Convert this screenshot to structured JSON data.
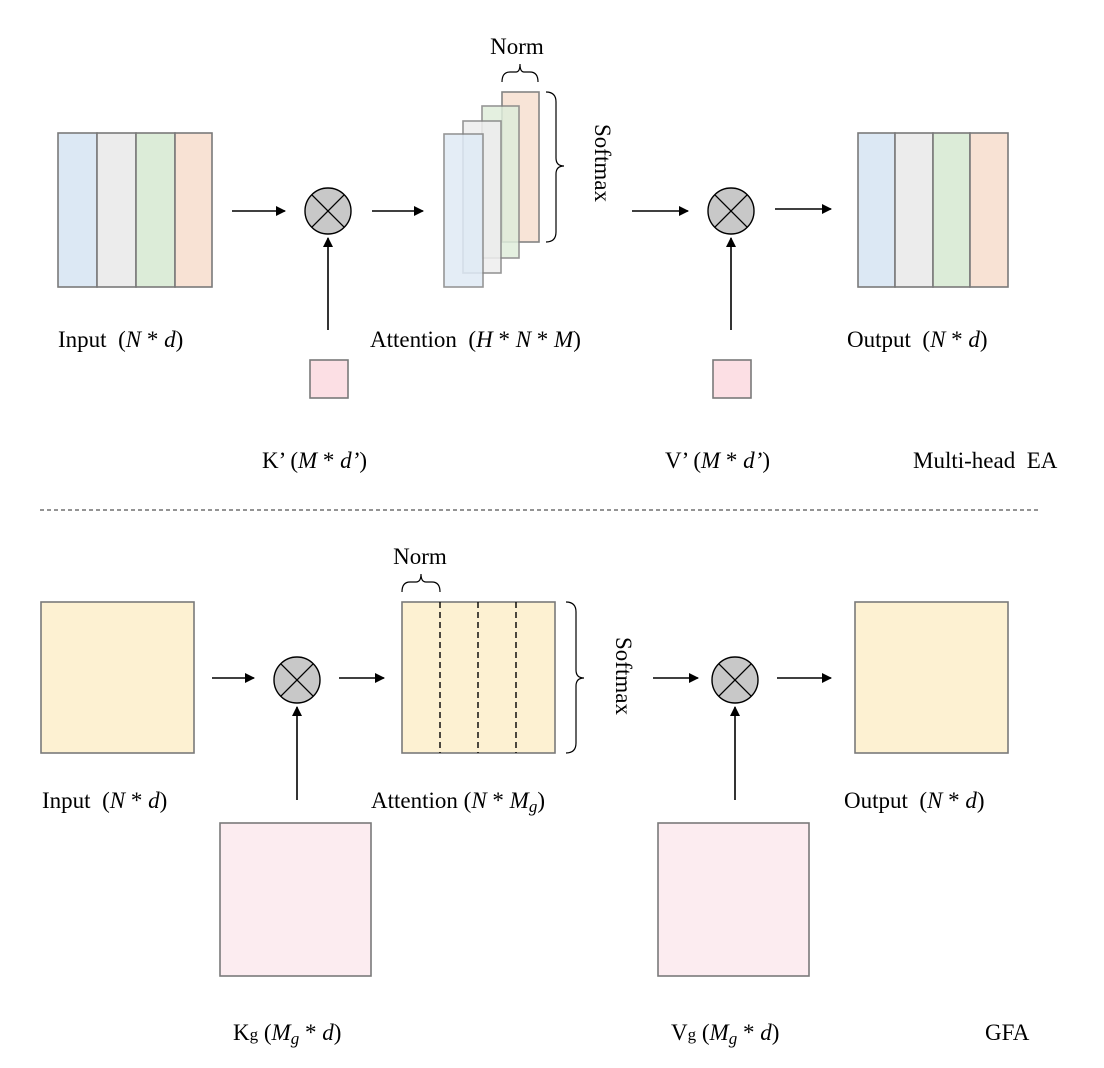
{
  "colors": {
    "blue": "#dce8f4",
    "gray": "#ececec",
    "green": "#dcecd8",
    "peach": "#f8e2d4",
    "pink_small": "#fcdfe4",
    "yellow": "#fdf1d2",
    "pink_large": "#fcecf0",
    "multiply_fill": "#c8c8c8"
  },
  "top": {
    "input_label": "Input",
    "input_dims": {
      "open": "(",
      "a": "N",
      "op": " * ",
      "b": "d",
      "close": ")"
    },
    "attention_label": "Attention",
    "attention_dims": {
      "open": "(",
      "a": "H",
      "op1": " * ",
      "b": "N",
      "op2": " * ",
      "c": "M",
      "close": ")"
    },
    "output_label": "Output",
    "output_dims": {
      "open": "(",
      "a": "N",
      "op": " * ",
      "b": "d",
      "close": ")"
    },
    "k_label": "K’",
    "k_dims": {
      "open": "(",
      "a": "M",
      "op": " * ",
      "b": "d’",
      "close": ")"
    },
    "v_label": "V’",
    "v_dims": {
      "open": "(",
      "a": "M",
      "op": " * ",
      "b": "d’",
      "close": ")"
    },
    "norm": "Norm",
    "softmax": "Softmax",
    "title": "Multi-head  EA"
  },
  "bottom": {
    "input_label": "Input",
    "input_dims": {
      "open": "(",
      "a": "N",
      "op": " * ",
      "b": "d",
      "close": ")"
    },
    "attention_label": "Attention",
    "attention_dims": {
      "open": "(",
      "a": "N",
      "op": " * ",
      "b": "M",
      "sub": "g",
      "close": ")"
    },
    "output_label": "Output",
    "output_dims": {
      "open": "(",
      "a": "N",
      "op": " * ",
      "b": "d",
      "close": ")"
    },
    "k_label": "K",
    "k_sub": "g",
    "k_dims": {
      "open": "(",
      "a": "M",
      "sub": "g",
      "op": " * ",
      "b": "d",
      "close": ")"
    },
    "v_label": "V",
    "v_sub": "g",
    "v_dims": {
      "open": "(",
      "a": "M",
      "sub": "g",
      "op": " * ",
      "b": "d",
      "close": ")"
    },
    "norm": "Norm",
    "softmax": "Softmax",
    "title": "GFA"
  }
}
